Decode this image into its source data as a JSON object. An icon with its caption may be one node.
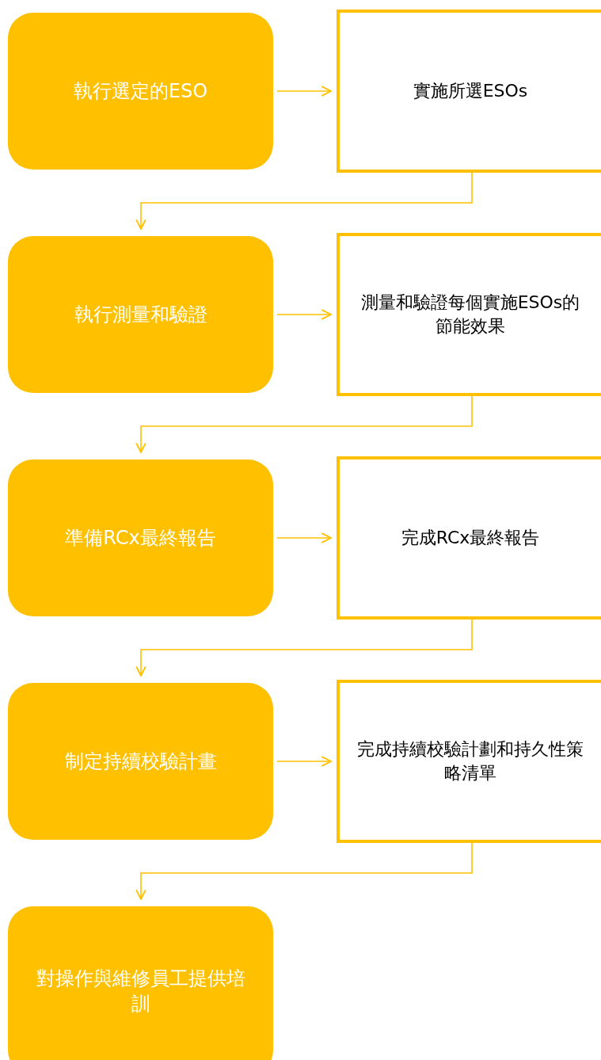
{
  "diagram": {
    "nodes": [
      {
        "text": [
          "執行選定的ESO"
        ]
      },
      {
        "text": [
          "實施所選ESOs"
        ]
      },
      {
        "text": [
          "執行測量和驗證"
        ]
      },
      {
        "text": [
          "測量和驗證每個實施ESOs的節能效果"
        ]
      },
      {
        "text": [
          "準備RCx最終報告"
        ]
      },
      {
        "text": [
          "完成RCx最終報告"
        ]
      },
      {
        "text": [
          "制定持續校驗計畫"
        ]
      },
      {
        "text": [
          "完成持續校驗計劃和持久性策略清單"
        ]
      },
      {
        "text": [
          "對操作與維修員工提供培訓"
        ]
      }
    ],
    "edges": [
      {
        "from": 0,
        "to": 1,
        "arrow": "to"
      },
      {
        "from": 1,
        "to": 2,
        "arrow": "to"
      },
      {
        "from": 2,
        "to": 3,
        "arrow": "to"
      },
      {
        "from": 3,
        "to": 4,
        "arrow": "to"
      },
      {
        "from": 4,
        "to": 5,
        "arrow": "to"
      },
      {
        "from": 5,
        "to": 6,
        "arrow": "to"
      },
      {
        "from": 6,
        "to": 7,
        "arrow": "to"
      },
      {
        "from": 7,
        "to": 8,
        "arrow": "to"
      }
    ]
  }
}
